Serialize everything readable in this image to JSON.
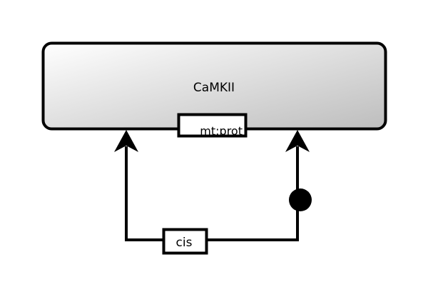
{
  "diagram": {
    "macromolecule": {
      "label": "CaMKII",
      "state_variable": "mt:prot"
    },
    "process": {
      "label": "cis"
    },
    "arcs": [
      {
        "type": "production",
        "from": "cis",
        "to": "CaMKII"
      },
      {
        "type": "consumption-catalysis",
        "from": "cis",
        "to": "CaMKII",
        "marker": "circle"
      }
    ],
    "colors": {
      "stroke": "#000000",
      "gradient_start": "#ffffff",
      "gradient_end": "#c0c0c0",
      "background": "#ffffff"
    }
  }
}
